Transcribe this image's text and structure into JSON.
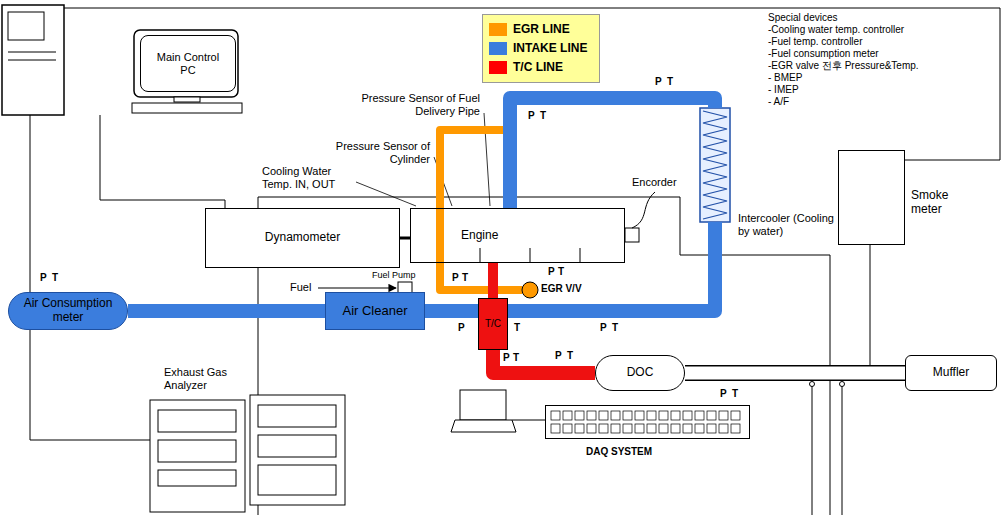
{
  "diagram": {
    "nodes": [
      {
        "text": [
          "Main Control PC"
        ]
      },
      {
        "text": [
          "Dynamometer"
        ]
      },
      {
        "text": [
          "Engine"
        ]
      },
      {
        "text": [
          "Intercooler (Cooling by water)"
        ]
      },
      {
        "text": [
          "Smoke meter"
        ]
      },
      {
        "text": [
          "Air Consumption meter"
        ]
      },
      {
        "text": [
          "Air Cleaner"
        ]
      },
      {
        "text": [
          "T/C"
        ]
      },
      {
        "text": [
          "DOC"
        ]
      },
      {
        "text": [
          "Muffler"
        ]
      },
      {
        "text": [
          "Exhaust Gas Analyzer"
        ]
      },
      {
        "text": [
          "DAQ SYSTEM"
        ]
      }
    ],
    "edges": [
      {
        "from": 5,
        "to": 6,
        "arrow": "none"
      },
      {
        "from": 6,
        "to": 7,
        "arrow": "none"
      },
      {
        "from": 7,
        "to": 3,
        "arrow": "none"
      },
      {
        "from": 3,
        "to": 2,
        "arrow": "none"
      },
      {
        "from": 2,
        "to": 7,
        "arrow": "none"
      },
      {
        "from": 7,
        "to": 8,
        "arrow": "none"
      },
      {
        "from": 8,
        "to": 9,
        "arrow": "none"
      },
      {
        "from": 1,
        "to": 2,
        "arrow": "none"
      }
    ],
    "labels": [
      "Special devices",
      "-Cooling water temp. controller",
      "-Fuel temp. controller",
      "-Fuel consumption meter",
      "-EGR valve 전후 Pressure&Temp.",
      "- BMEP",
      "- IMEP",
      "- A/F",
      "Pressure Sensor of Fuel Delivery Pipe",
      "Pressure Sensor of Cylinder",
      "Cooling Water Temp. IN, OUT",
      "Encorder",
      "Fuel Pump",
      "Fuel",
      "EGR V/V",
      "P",
      "T",
      "P",
      "T",
      "P",
      "T",
      "P",
      "T",
      "P",
      "T",
      "P",
      "T",
      "P",
      "T",
      "P",
      "T",
      "P",
      "T",
      "P",
      "T"
    ],
    "legend": [
      {
        "text": "EGR LINE",
        "color": "#ff9900"
      },
      {
        "text": "INTAKE LINE",
        "color": "#3b7ddd"
      },
      {
        "text": "T/C LINE",
        "color": "#ff0000"
      }
    ]
  }
}
